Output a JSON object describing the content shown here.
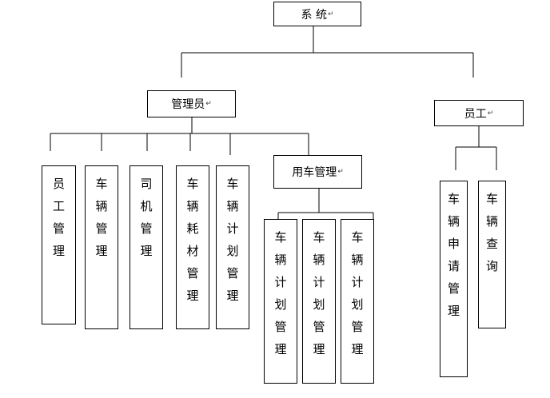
{
  "paragraph_mark": "↵",
  "nodes": {
    "root": "系 统",
    "admin": "管理员",
    "staff": "员工",
    "vehicle_use": "用车管理",
    "staff_mgmt": "员工管理",
    "vehicle_mgmt": "车辆管理",
    "driver_mgmt": "司机管理",
    "consumable_mgmt": "车辆耗材管理",
    "plan_mgmt": "车辆计划管理",
    "use_plan_1": "车辆计划管理",
    "use_plan_2": "车辆计划管理",
    "use_plan_3": "车辆计划管理",
    "apply_mgmt": "车辆申请管理",
    "query": "车辆查询"
  }
}
